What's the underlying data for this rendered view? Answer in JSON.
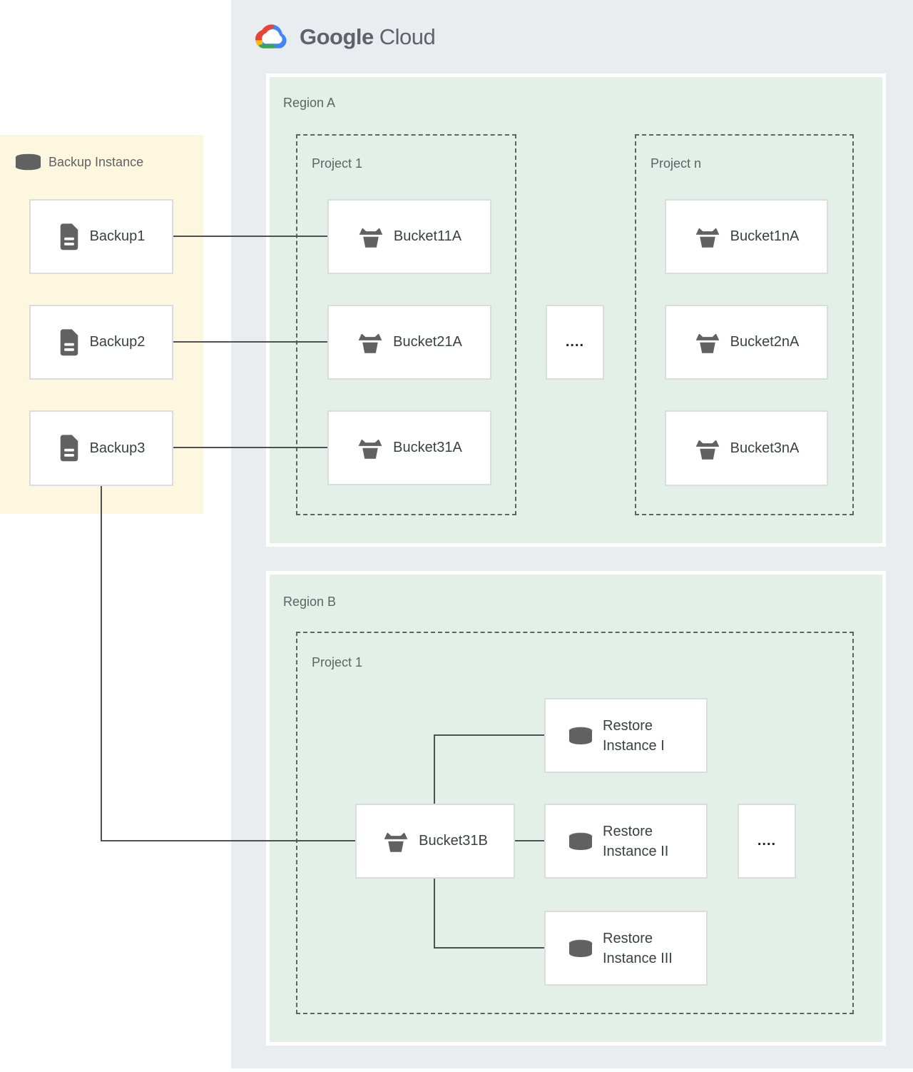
{
  "logo": {
    "brand": "Google",
    "product": "Cloud"
  },
  "backup_panel": {
    "title": "Backup Instance",
    "items": [
      {
        "label": "Backup1"
      },
      {
        "label": "Backup2"
      },
      {
        "label": "Backup3"
      }
    ]
  },
  "region_a": {
    "label": "Region A",
    "ellipsis": "....",
    "projects": [
      {
        "label": "Project 1",
        "buckets": [
          {
            "label": "Bucket11A"
          },
          {
            "label": "Bucket21A"
          },
          {
            "label": "Bucket31A"
          }
        ]
      },
      {
        "label": "Project n",
        "buckets": [
          {
            "label": "Bucket1nA"
          },
          {
            "label": "Bucket2nA"
          },
          {
            "label": "Bucket3nA"
          }
        ]
      }
    ]
  },
  "region_b": {
    "label": "Region B",
    "project": {
      "label": "Project 1",
      "bucket": {
        "label": "Bucket31B"
      },
      "ellipsis": "....",
      "restore_instances": [
        {
          "label": "Restore Instance I"
        },
        {
          "label": "Restore Instance II"
        },
        {
          "label": "Restore Instance III"
        }
      ]
    }
  },
  "colors": {
    "outer_panel": "#e9edf0",
    "region_fill": "#e2f0e7",
    "region_border": "#ffffff",
    "backup_panel_fill": "#fdf7e0",
    "node_border": "#dadce0",
    "dashed_border": "#5f6368",
    "connector": "#4d5156",
    "icon_gray": "#616161",
    "label_gray": "#5f6368",
    "node_text": "#3c4043",
    "logo_blue": "#4285F4",
    "logo_red": "#EA4335",
    "logo_yellow": "#FBBC05",
    "logo_green": "#34A853"
  }
}
